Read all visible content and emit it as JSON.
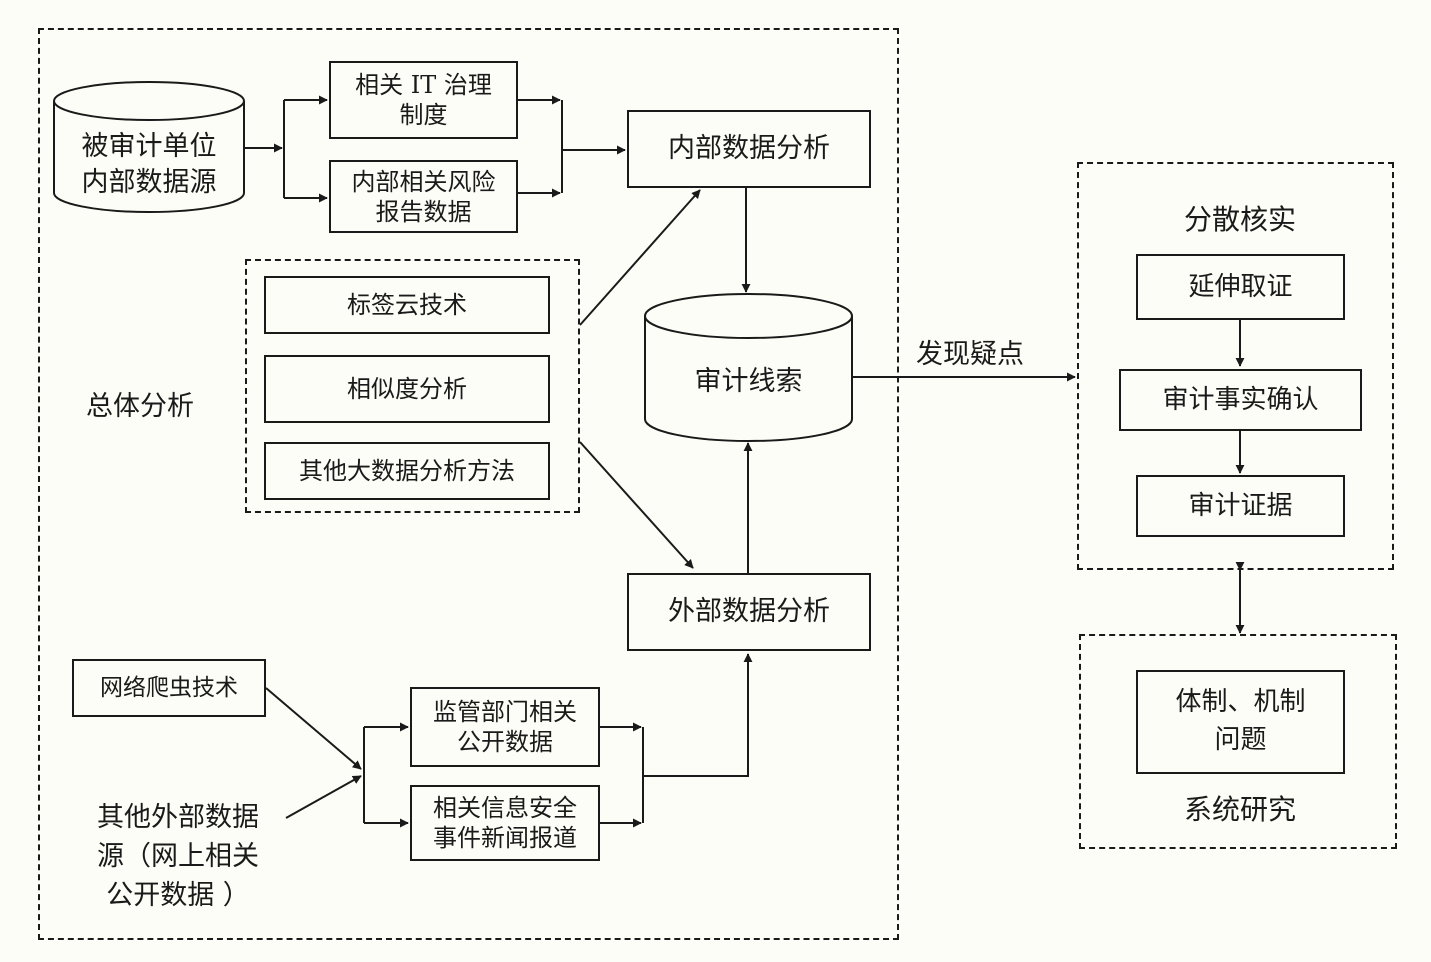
{
  "overall_group": {
    "label": "总体分析"
  },
  "internal_source": {
    "label": "被审计单位\n内部数据源"
  },
  "it_governance": {
    "label": "相关 IT 治理\n制度"
  },
  "risk_report": {
    "label": "内部相关风险\n报告数据"
  },
  "internal_analysis": {
    "label": "内部数据分析"
  },
  "methods": {
    "tag_cloud": "标签云技术",
    "similarity": "相似度分析",
    "other_bigdata": "其他大数据分析方法"
  },
  "audit_clues": {
    "label": "审计线索"
  },
  "external_analysis": {
    "label": "外部数据分析"
  },
  "crawler": {
    "label": "网络爬虫技术"
  },
  "other_external": {
    "label": "其他外部数据\n源（网上相关\n公开数据 ）"
  },
  "regulator_data": {
    "label": "监管部门相关\n公开数据"
  },
  "security_news": {
    "label": "相关信息安全\n事件新闻报道"
  },
  "edge_label": {
    "label": "发现疑点"
  },
  "verification_group": {
    "title": "分散核实",
    "extend_evidence": "延伸取证",
    "fact_confirm": "审计事实确认",
    "audit_evidence": "审计证据"
  },
  "system_group": {
    "title": "系统研究",
    "mechanism_issue": "体制、机制\n问题"
  }
}
